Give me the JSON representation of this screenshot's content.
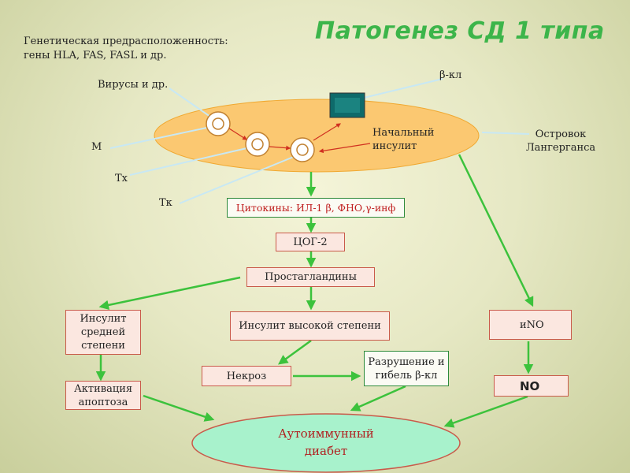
{
  "title": "Патогенез СД 1 типа",
  "genetic": {
    "line1": "Генетическая предрасположенность:",
    "line2": "гены HLA, FAS, FASL и др."
  },
  "labels": {
    "viruses": "Вирусы и др.",
    "beta_cell": "β-кл",
    "m": "М",
    "tx": "Тх",
    "tk": "Тк",
    "initial_insulitis_1": "Начальный",
    "initial_insulitis_2": "инсулит",
    "islet_1": "Островок",
    "islet_2": "Лангерганса"
  },
  "boxes": {
    "cytokines": "Цитокины: ИЛ-1 β, ФНО,γ-инф",
    "cox2": "ЦОГ-2",
    "prostaglandins": "Простагландины",
    "insulitis_mid_1": "Инсулит",
    "insulitis_mid_2": "средней",
    "insulitis_mid_3": "степени",
    "insulitis_high": "Инсулит высокой степени",
    "inos": "иNO",
    "apoptosis_1": "Активация",
    "apoptosis_2": "апоптоза",
    "necrosis": "Некроз",
    "destruction_1": "Разрушение и",
    "destruction_2": "гибель β-кл",
    "no": "NO",
    "autoimmune_1": "Аутоиммунный",
    "autoimmune_2": "диабет"
  },
  "colors": {
    "title": "#3cb54a",
    "islet_fill": "#fbc871",
    "arrow_green": "#3cc23c",
    "pointer_line": "#c8e8f4",
    "box_border": "#c95a4a",
    "box_fill": "#fbe7e0",
    "diabetes_fill": "#a8f2cc",
    "diabetes_text": "#b02020",
    "up_arrow": "#e0301e"
  }
}
